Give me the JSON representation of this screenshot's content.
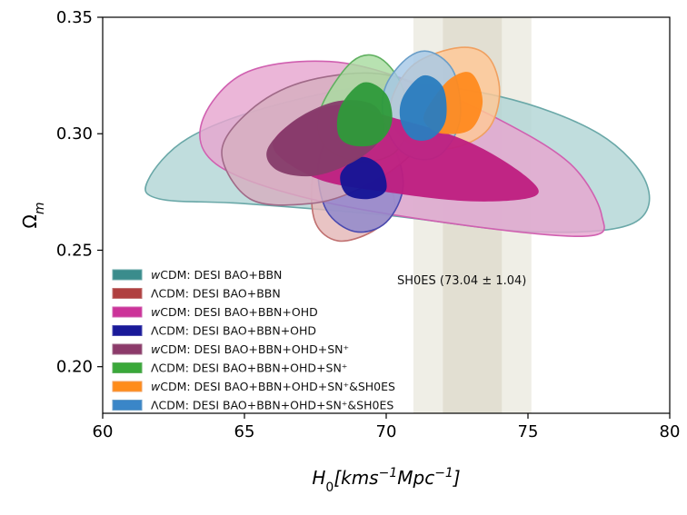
{
  "chart_data": {
    "type": "contour",
    "title": "",
    "xlabel": "H_0[kms^{-1}Mpc^{-1}]",
    "ylabel": "Ω_m",
    "xlabel_parts": {
      "base": "H",
      "sub": "0",
      "pre": "[kms",
      "sup1": "−1",
      "mid": "Mpc",
      "sup2": "−1",
      "post": "]"
    },
    "ylabel_parts": {
      "base": "Ω",
      "sub": "m"
    },
    "xlim": [
      60,
      80
    ],
    "ylim": [
      0.18,
      0.35
    ],
    "xticks": [
      60,
      65,
      70,
      75,
      80
    ],
    "yticks": [
      0.2,
      0.25,
      0.3,
      0.35
    ],
    "xtick_labels": [
      "60",
      "65",
      "70",
      "75",
      "80"
    ],
    "ytick_labels": [
      "0.20",
      "0.25",
      "0.30",
      "0.35"
    ],
    "grid": false,
    "legend_position": "lower-left",
    "bands": [
      {
        "label": "SH0ES (73.04 ± 1.04)",
        "center": 73.04,
        "sigma": 1.04,
        "inner_color": "#e2dfd2",
        "outer_color": "#efeee6"
      }
    ],
    "series": [
      {
        "name": "wCDM: DESI BAO+BBN",
        "legend_pre": "w",
        "legend_rest": "CDM: DESI BAO+BBN",
        "color": "#3a8c8c",
        "light": "#b2d6d6",
        "dark": "#cde0e0",
        "edge": "#6aa8a8",
        "outer": [
          [
            61.6,
            0.28
          ],
          [
            63.0,
            0.298
          ],
          [
            66.0,
            0.312
          ],
          [
            70.0,
            0.321
          ],
          [
            74.0,
            0.316
          ],
          [
            77.5,
            0.3
          ],
          [
            79.2,
            0.278
          ],
          [
            78.6,
            0.261
          ],
          [
            75.0,
            0.258
          ],
          [
            70.0,
            0.265
          ],
          [
            65.0,
            0.27
          ],
          [
            62.0,
            0.272
          ]
        ],
        "inner": null
      },
      {
        "name": "ΛCDM: DESI BAO+BBN",
        "legend_pre": "",
        "legend_rest": "ΛCDM: DESI BAO+BBN",
        "color": "#b04040",
        "light": "#e4b7b7",
        "dark": "#d49595",
        "edge": "#c07070",
        "outer": [
          [
            68.6,
            0.302
          ],
          [
            69.8,
            0.285
          ],
          [
            70.3,
            0.268
          ],
          [
            69.5,
            0.258
          ],
          [
            68.3,
            0.254
          ],
          [
            67.5,
            0.262
          ],
          [
            67.4,
            0.281
          ],
          [
            67.9,
            0.299
          ]
        ],
        "inner": null
      },
      {
        "name": "wCDM: DESI BAO+BBN+OHD",
        "legend_pre": "w",
        "legend_rest": "CDM: DESI BAO+BBN+OHD",
        "color": "#cc3399",
        "light": "#e6a6cf",
        "dark": "#be1d80",
        "edge": "#d060b0",
        "outer": [
          [
            63.5,
            0.305
          ],
          [
            65.0,
            0.326
          ],
          [
            68.0,
            0.331
          ],
          [
            71.0,
            0.322
          ],
          [
            74.0,
            0.306
          ],
          [
            76.5,
            0.287
          ],
          [
            77.6,
            0.265
          ],
          [
            77.0,
            0.256
          ],
          [
            72.0,
            0.262
          ],
          [
            67.0,
            0.273
          ],
          [
            64.0,
            0.287
          ]
        ],
        "inner": [
          [
            66.0,
            0.296
          ],
          [
            68.0,
            0.312
          ],
          [
            70.5,
            0.306
          ],
          [
            73.0,
            0.296
          ],
          [
            75.0,
            0.281
          ],
          [
            75.2,
            0.273
          ],
          [
            73.0,
            0.271
          ],
          [
            70.0,
            0.275
          ],
          [
            67.5,
            0.281
          ]
        ]
      },
      {
        "name": "ΛCDM: DESI BAO+BBN+OHD",
        "legend_pre": "",
        "legend_rest": "ΛCDM: DESI BAO+BBN+OHD",
        "color": "#1a1a99",
        "light": "#8d88cc",
        "dark": "#141496",
        "edge": "#4a4ab0",
        "outer": [
          [
            68.9,
            0.306
          ],
          [
            70.1,
            0.298
          ],
          [
            70.6,
            0.278
          ],
          [
            70.0,
            0.262
          ],
          [
            68.9,
            0.258
          ],
          [
            67.9,
            0.267
          ],
          [
            67.6,
            0.286
          ],
          [
            68.1,
            0.302
          ]
        ],
        "inner": [
          [
            69.1,
            0.29
          ],
          [
            69.8,
            0.286
          ],
          [
            70.0,
            0.276
          ],
          [
            69.4,
            0.272
          ],
          [
            68.6,
            0.274
          ],
          [
            68.4,
            0.283
          ]
        ]
      },
      {
        "name": "wCDM: DESI BAO+BBN+OHD+SN+",
        "legend_pre": "w",
        "legend_rest": "CDM: DESI BAO+BBN+OHD+SN⁺",
        "color": "#8c3a6a",
        "light": "#d6aebf",
        "dark": "#863c6a",
        "edge": "#a06a88",
        "outer": [
          [
            64.2,
            0.292
          ],
          [
            65.2,
            0.31
          ],
          [
            67.0,
            0.322
          ],
          [
            69.5,
            0.326
          ],
          [
            71.2,
            0.319
          ],
          [
            71.5,
            0.302
          ],
          [
            70.6,
            0.288
          ],
          [
            69.0,
            0.276
          ],
          [
            67.3,
            0.27
          ],
          [
            65.2,
            0.272
          ]
        ],
        "inner": [
          [
            65.8,
            0.293
          ],
          [
            66.8,
            0.306
          ],
          [
            68.3,
            0.314
          ],
          [
            69.6,
            0.312
          ],
          [
            69.9,
            0.3
          ],
          [
            69.0,
            0.289
          ],
          [
            67.5,
            0.282
          ],
          [
            66.2,
            0.284
          ]
        ]
      },
      {
        "name": "ΛCDM: DESI BAO+BBN+OHD+SN+",
        "legend_pre": "",
        "legend_rest": "ΛCDM: DESI BAO+BBN+OHD+SN⁺",
        "color": "#3aa83a",
        "light": "#a8dca0",
        "dark": "#2e9a3a",
        "edge": "#60b060",
        "outer": [
          [
            67.8,
            0.314
          ],
          [
            68.8,
            0.331
          ],
          [
            69.7,
            0.333
          ],
          [
            70.5,
            0.322
          ],
          [
            70.8,
            0.305
          ],
          [
            70.3,
            0.292
          ],
          [
            69.2,
            0.288
          ],
          [
            68.1,
            0.292
          ],
          [
            67.6,
            0.301
          ]
        ],
        "inner": [
          [
            68.4,
            0.312
          ],
          [
            69.2,
            0.322
          ],
          [
            70.0,
            0.317
          ],
          [
            70.2,
            0.305
          ],
          [
            69.7,
            0.296
          ],
          [
            68.8,
            0.295
          ],
          [
            68.3,
            0.3
          ]
        ]
      },
      {
        "name": "wCDM: DESI BAO+BBN+OHD+SN+&SH0ES",
        "legend_pre": "w",
        "legend_rest": "CDM: DESI BAO+BBN+OHD+SN⁺&SH0ES",
        "color": "#ff8c1a",
        "light": "#ffc896",
        "dark": "#ff8a1f",
        "edge": "#f0a060",
        "outer": [
          [
            70.2,
            0.315
          ],
          [
            71.0,
            0.33
          ],
          [
            72.6,
            0.337
          ],
          [
            73.6,
            0.333
          ],
          [
            74.0,
            0.318
          ],
          [
            73.6,
            0.302
          ],
          [
            72.4,
            0.294
          ],
          [
            71.0,
            0.295
          ],
          [
            70.3,
            0.303
          ]
        ],
        "inner": [
          [
            71.4,
            0.31
          ],
          [
            72.2,
            0.323
          ],
          [
            73.0,
            0.326
          ],
          [
            73.4,
            0.314
          ],
          [
            73.0,
            0.302
          ],
          [
            72.0,
            0.3
          ],
          [
            71.4,
            0.304
          ]
        ]
      },
      {
        "name": "ΛCDM: DESI BAO+BBN+OHD+SN+&SH0ES",
        "legend_pre": "",
        "legend_rest": "ΛCDM: DESI BAO+BBN+OHD+SN⁺&SH0ES",
        "color": "#3a86c8",
        "light": "#a6c8e6",
        "dark": "#2a7cbf",
        "edge": "#6a9ec8",
        "outer": [
          [
            70.0,
            0.321
          ],
          [
            70.8,
            0.333
          ],
          [
            71.6,
            0.335
          ],
          [
            72.4,
            0.326
          ],
          [
            72.6,
            0.306
          ],
          [
            72.0,
            0.292
          ],
          [
            71.2,
            0.289
          ],
          [
            70.4,
            0.294
          ],
          [
            69.9,
            0.307
          ]
        ],
        "inner": [
          [
            70.6,
            0.316
          ],
          [
            71.3,
            0.325
          ],
          [
            72.0,
            0.32
          ],
          [
            72.1,
            0.306
          ],
          [
            71.6,
            0.298
          ],
          [
            70.9,
            0.298
          ],
          [
            70.5,
            0.306
          ]
        ]
      }
    ]
  }
}
